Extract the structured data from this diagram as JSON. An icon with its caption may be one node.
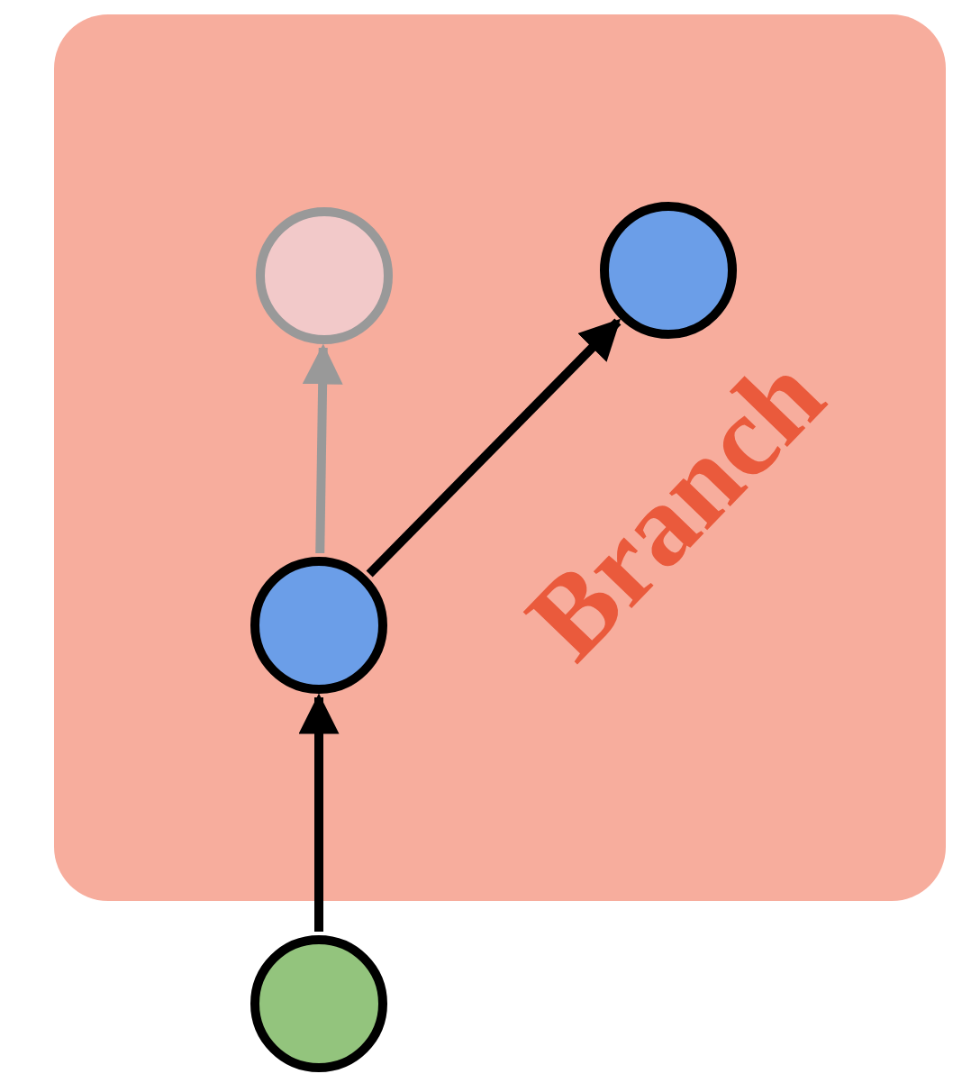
{
  "diagram": {
    "nodes": [
      {
        "text": [],
        "shape": "circle"
      },
      {
        "text": [],
        "shape": "circle"
      },
      {
        "text": [],
        "shape": "circle"
      },
      {
        "text": [],
        "shape": "circle"
      }
    ],
    "edges": [
      {
        "from": 3,
        "to": 2,
        "arrow": "to"
      },
      {
        "from": 2,
        "to": 0,
        "arrow": "to",
        "color": "#999999"
      },
      {
        "from": 2,
        "to": 1,
        "arrow": "to"
      }
    ],
    "labels": [
      "Branch"
    ]
  }
}
